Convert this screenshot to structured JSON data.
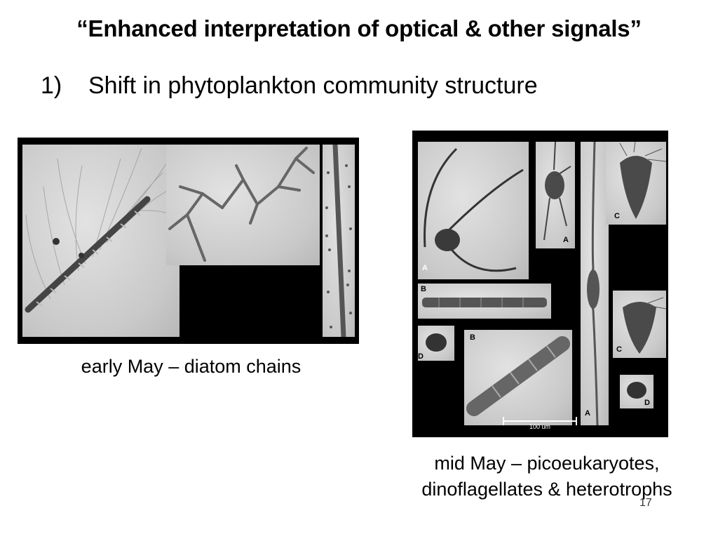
{
  "slide": {
    "title": "“Enhanced interpretation of optical & other signals”",
    "bullet_number": "1)",
    "bullet_text": "Shift in phytoplankton community structure",
    "caption_left": "early May – diatom chains",
    "caption_right_line1": "mid May – picoeukaryotes,",
    "caption_right_line2": "dinoflagellates & heterotrophs",
    "page_number": "17"
  },
  "micrograph_labels": {
    "a": "A",
    "b": "B",
    "c": "C",
    "d": "D",
    "scale_bar": "100 um"
  }
}
